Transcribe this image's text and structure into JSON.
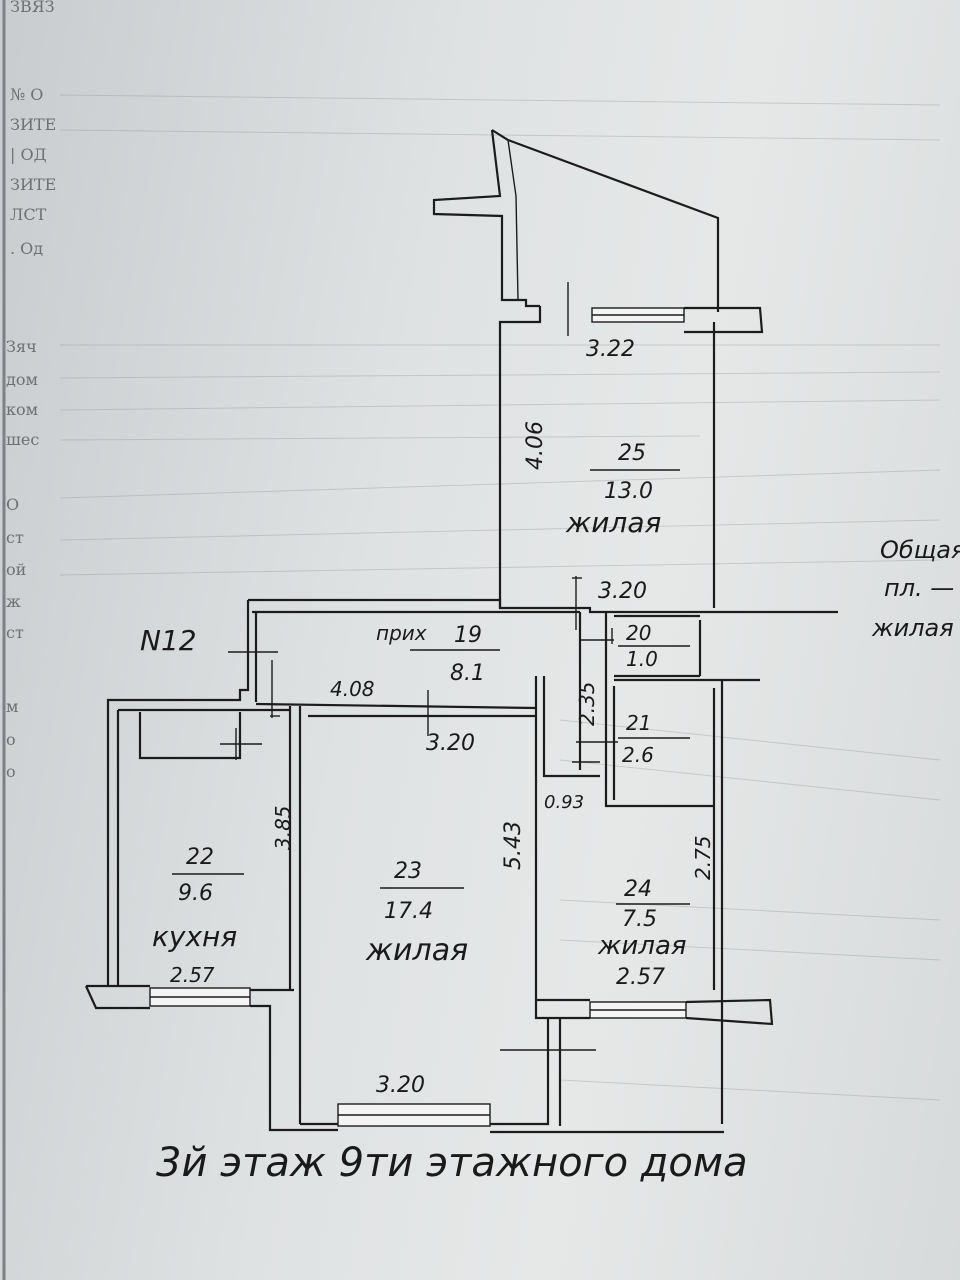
{
  "sheet": {
    "margin_fragments": [
      "ЗВЯЗ",
      "№ О",
      "ЗИТЕ",
      "| ОД",
      "ЗИТЕ",
      "ЛСТ",
      ". Од",
      "Зяч",
      "дом",
      "ком",
      "шес",
      "О",
      "ст",
      "ой",
      "ж",
      "ст",
      "м",
      "о",
      "о"
    ],
    "apartment_label": "N12",
    "caption": "3й этаж 9ти этажного дома",
    "side_note": [
      "Общая",
      "пл. —",
      "жилая"
    ]
  },
  "rooms": [
    {
      "id": "room-25",
      "number": "25",
      "area": "13.0",
      "name": "жилая"
    },
    {
      "id": "room-19",
      "number": "19",
      "area": "8.1",
      "name": "прих"
    },
    {
      "id": "room-20",
      "number": "20",
      "area": "1.0",
      "name": ""
    },
    {
      "id": "room-21",
      "number": "21",
      "area": "2.6",
      "name": ""
    },
    {
      "id": "room-22",
      "number": "22",
      "area": "9.6",
      "name": "кухня"
    },
    {
      "id": "room-23",
      "number": "23",
      "area": "17.4",
      "name": "жилая"
    },
    {
      "id": "room-24",
      "number": "24",
      "area": "7.5",
      "name": "жилая"
    }
  ],
  "dimensions": {
    "room25_top": "3.22",
    "room25_side": "4.06",
    "room25_bottom": "3.20",
    "hall_length": "4.08",
    "room23_top": "3.20",
    "room23_side": "5.43",
    "room23_bottom": "3.20",
    "hall_side": "2.35",
    "small_door": "0.93",
    "kitchen_side": "3.85",
    "kitchen_bottom": "2.57",
    "room24_side": "2.75",
    "room24_bottom": "2.57"
  },
  "colors": {
    "ink": "#1a1a1a",
    "paper": "#e2e4e5"
  }
}
